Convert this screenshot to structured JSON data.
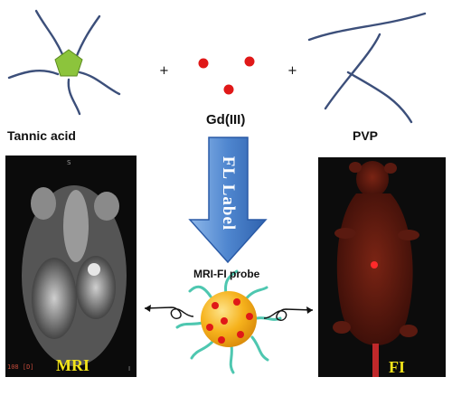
{
  "reagents": {
    "tannic_acid": "Tannic acid",
    "gd": "Gd(III)",
    "pvp": "PVP",
    "plus": "+"
  },
  "arrow": {
    "label": "FL Label"
  },
  "probe": {
    "label": "MRI-FI probe"
  },
  "panels": {
    "mri": {
      "label": "MRI",
      "marker_top": "S",
      "corner_text": "108 [D]",
      "marker_bottom": "I"
    },
    "fi": {
      "label": "FI"
    }
  },
  "colors": {
    "chain": "#3c4f7a",
    "pentagon": "#8cc43c",
    "gd_dot": "#e01818",
    "arrow_fill": "#4f86cf",
    "arrow_edge": "#2a5aa6",
    "sphere": "#f6b21c",
    "probe_chain": "#4ec7b0",
    "label_yellow": "#f2e419"
  }
}
